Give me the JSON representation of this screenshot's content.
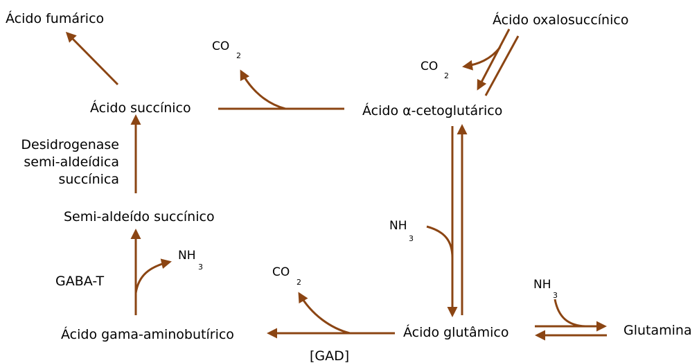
{
  "colors": {
    "arrow": "#8B4513",
    "text": "#000000",
    "background": "#ffffff"
  },
  "nodes": {
    "fumarico": "Ácido fumárico",
    "succinico": "Ácido succínico",
    "oxalosuccinico": "Ácido oxalosuccínico",
    "cetoglutarico": "Ácido α-cetoglutárico",
    "semialdeido": "Semi-aldeído succínico",
    "gaba": "Ácido gama-aminobutírico",
    "glutamico": "Ácido glutâmico",
    "glutamina": "Glutamina"
  },
  "enzymes": {
    "desidrogenase_1": "Desidrogenase",
    "desidrogenase_2": "semi-aldeídica",
    "desidrogenase_3": "succínica",
    "gaba_t": "GABA-T",
    "gad": "[GAD]"
  },
  "molecules": {
    "co2_main": "CO",
    "co2_sub": "2",
    "nh3_main": "NH",
    "nh3_sub": "3"
  }
}
